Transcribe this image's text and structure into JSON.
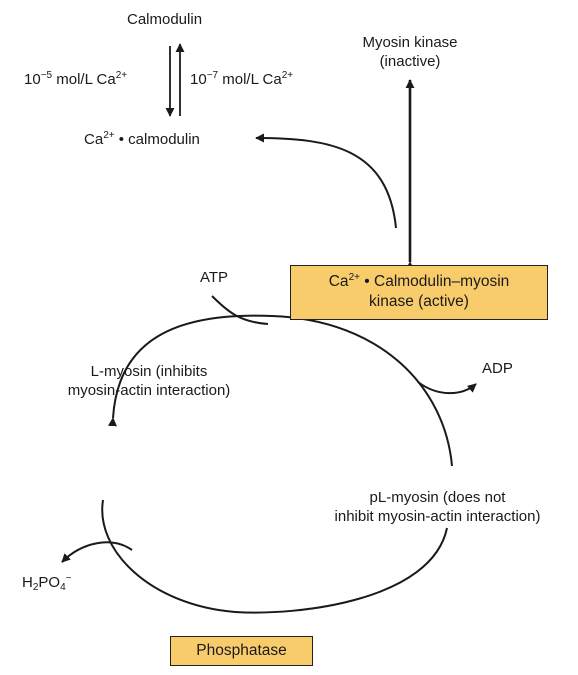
{
  "calmodulin": "Calmodulin",
  "conc_left": {
    "prefix": "10",
    "exp": "−5",
    "mid": " mol/L Ca",
    "sup": "2+"
  },
  "conc_right": {
    "prefix": "10",
    "exp": "−7",
    "mid": " mol/L Ca",
    "sup": "2+"
  },
  "ca_calmodulin": {
    "prefix": "Ca",
    "sup": "2+",
    "rest": " • calmodulin"
  },
  "myosin_kinase": {
    "line1": "Myosin kinase",
    "line2": "(inactive)"
  },
  "active_kinase": {
    "prefix": "Ca",
    "sup": "2+",
    "line1_rest": " • Calmodulin–myosin",
    "line2": "kinase (active)"
  },
  "atp": "ATP",
  "adp": "ADP",
  "l_myosin": {
    "line1": "L-myosin (inhibits",
    "line2": "myosin-actin interaction)"
  },
  "pl_myosin": {
    "line1": "pL-myosin (does not",
    "line2": "inhibit myosin-actin interaction)"
  },
  "phosphate": {
    "h": "H",
    "h_sub": "2",
    "po": "PO",
    "po_sub": "4",
    "charge": "−"
  },
  "phosphatase": "Phosphatase",
  "colors": {
    "box_fill": "#f9cc6b",
    "ink": "#1a1a1a"
  }
}
